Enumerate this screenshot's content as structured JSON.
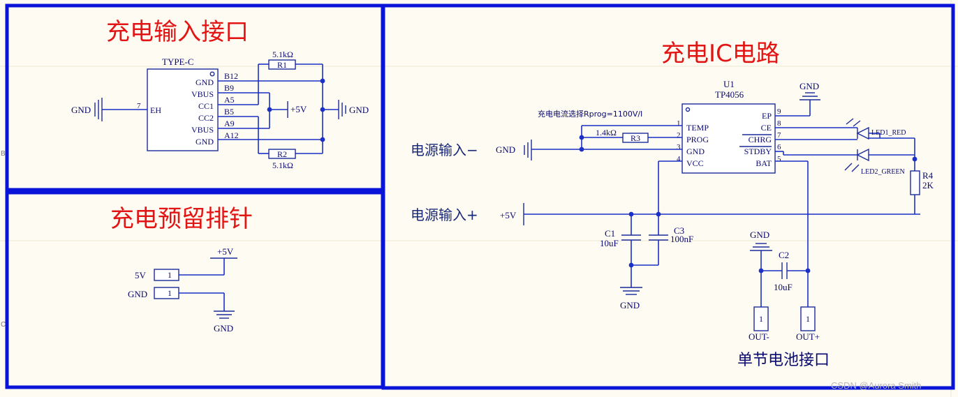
{
  "titles": {
    "input": "充电输入接口",
    "header": "充电预留排针",
    "ic": "充电IC电路",
    "battery": "单节电池接口"
  },
  "typec": {
    "name": "TYPE-C",
    "left_pin_num": "7",
    "left_pin_name": "EH",
    "gnd_label": "GND",
    "pins": [
      {
        "name": "GND",
        "num": "B12"
      },
      {
        "name": "VBUS",
        "num": "B9"
      },
      {
        "name": "CC1",
        "num": "A5"
      },
      {
        "name": "CC2",
        "num": "B5"
      },
      {
        "name": "VBUS",
        "num": "A9"
      },
      {
        "name": "GND",
        "num": "A12"
      }
    ]
  },
  "r1": {
    "ref": "R1",
    "value": "5.1kΩ"
  },
  "r2": {
    "ref": "R2",
    "value": "5.1kΩ"
  },
  "input_power": {
    "vcc": "+5V",
    "gnd": "GND"
  },
  "header": {
    "vcc": "+5V",
    "gnd": "GND",
    "row1_label": "5V",
    "row1_pin": "1",
    "row2_label": "GND",
    "row2_pin": "1"
  },
  "ic": {
    "ref": "U1",
    "part": "TP4056",
    "note": "充电电流选择Rprog=1100V/I",
    "left_pins": [
      {
        "num": "1",
        "name": "TEMP"
      },
      {
        "num": "2",
        "name": "PROG"
      },
      {
        "num": "3",
        "name": "GND"
      },
      {
        "num": "4",
        "name": "VCC"
      }
    ],
    "right_pins": [
      {
        "num": "9",
        "name": "EP"
      },
      {
        "num": "8",
        "name": "CE"
      },
      {
        "num": "7",
        "name": "CHRG"
      },
      {
        "num": "6",
        "name": "STDBY"
      },
      {
        "num": "5",
        "name": "BAT"
      }
    ],
    "gnd_top": "GND"
  },
  "r3": {
    "ref": "R3",
    "value": "1.4kΩ"
  },
  "r4": {
    "ref": "R4",
    "value": "2K"
  },
  "led1": "LED1_RED",
  "led2": "LED2_GREEN",
  "ic_power": {
    "neg_label": "电源输入−",
    "neg_net": "GND",
    "pos_label": "电源输入+",
    "pos_net": "+5V"
  },
  "c1": {
    "ref": "C1",
    "value": "10uF"
  },
  "c3": {
    "ref": "C3",
    "value": "100nF"
  },
  "c2": {
    "ref": "C2",
    "value": "10uF"
  },
  "cap_gnd": "GND",
  "bat_gnd": "GND",
  "out_neg": {
    "label": "OUT-",
    "pin": "1"
  },
  "out_pos": {
    "label": "OUT+",
    "pin": "1"
  },
  "edge_marks": {
    "b": "B",
    "c": "C"
  },
  "watermark": "CSDN @Aurora Smith",
  "colors": {
    "frame": "#0a14d8",
    "wire": "#1b30c6",
    "title": "#e31414",
    "background": "#fdfbf2"
  }
}
